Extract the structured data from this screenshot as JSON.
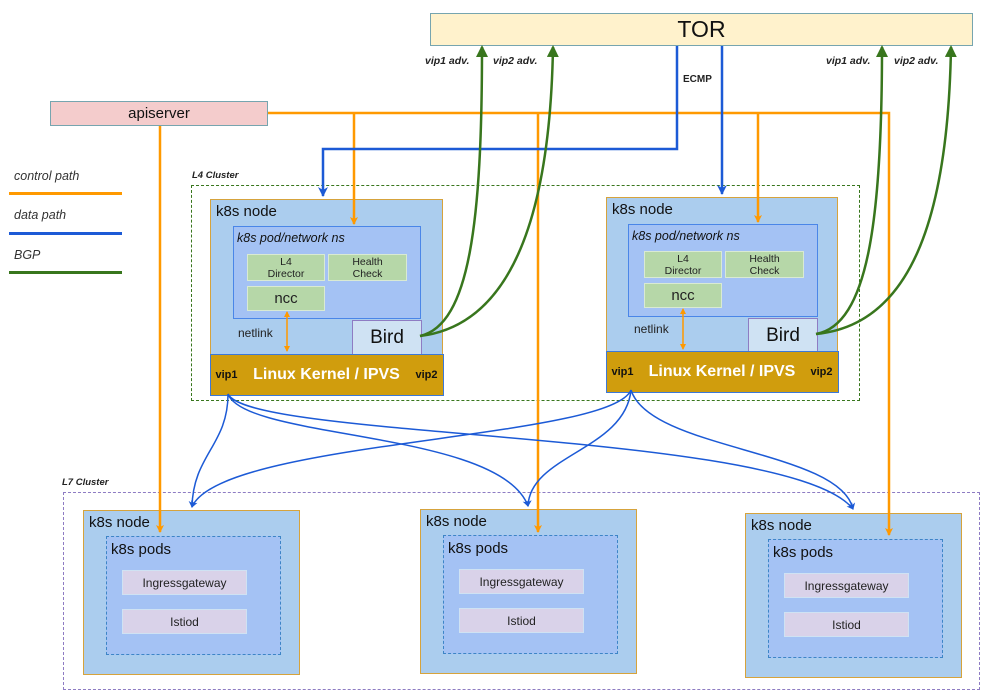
{
  "tor": {
    "label": "TOR",
    "ecmp_label": "ECMP"
  },
  "apiserver": {
    "label": "apiserver"
  },
  "legend": [
    {
      "label": "control path",
      "color": "#ff9900"
    },
    {
      "label": "data path",
      "color": "#1c5ad6"
    },
    {
      "label": "BGP",
      "color": "#38761d"
    }
  ],
  "bgp_labels": {
    "left_vip1": "vip1 adv.",
    "left_vip2": "vip2 adv.",
    "right_vip1": "vip1 adv.",
    "right_vip2": "vip2 adv."
  },
  "l4_cluster": {
    "label": "L4 Cluster",
    "nodes": [
      {
        "title": "k8s node",
        "pod_ns": "k8s pod/network ns",
        "l4_director": "L4\nDirector",
        "health_check": "Health\nCheck",
        "ncc": "ncc",
        "netlink": "netlink",
        "bird": "Bird",
        "kernel": {
          "vip1": "vip1",
          "name": "Linux Kernel / IPVS",
          "vip2": "vip2"
        }
      },
      {
        "title": "k8s node",
        "pod_ns": "k8s pod/network ns",
        "l4_director": "L4\nDirector",
        "health_check": "Health\nCheck",
        "ncc": "ncc",
        "netlink": "netlink",
        "bird": "Bird",
        "kernel": {
          "vip1": "vip1",
          "name": "Linux Kernel / IPVS",
          "vip2": "vip2"
        }
      }
    ]
  },
  "l7_cluster": {
    "label": "L7 Cluster",
    "nodes": [
      {
        "title": "k8s node",
        "pods_label": "k8s pods",
        "pods": [
          "Ingressgateway",
          "Istiod"
        ]
      },
      {
        "title": "k8s node",
        "pods_label": "k8s pods",
        "pods": [
          "Ingressgateway",
          "Istiod"
        ]
      },
      {
        "title": "k8s node",
        "pods_label": "k8s pods",
        "pods": [
          "Ingressgateway",
          "Istiod"
        ]
      }
    ]
  },
  "colors": {
    "control_path": "#ff9900",
    "data_path": "#1c5ad6",
    "bgp": "#38761d",
    "tor_fill": "#fff2cc",
    "apiserver_fill": "#f4cccc",
    "node_fill": "#abcdee",
    "pod_fill": "#a4c2f4",
    "component_fill": "#b6d7a8",
    "bird_fill": "#cfe2f3",
    "kernel_fill": "#d09d0d",
    "pod_item_fill": "#d9d2e9"
  }
}
